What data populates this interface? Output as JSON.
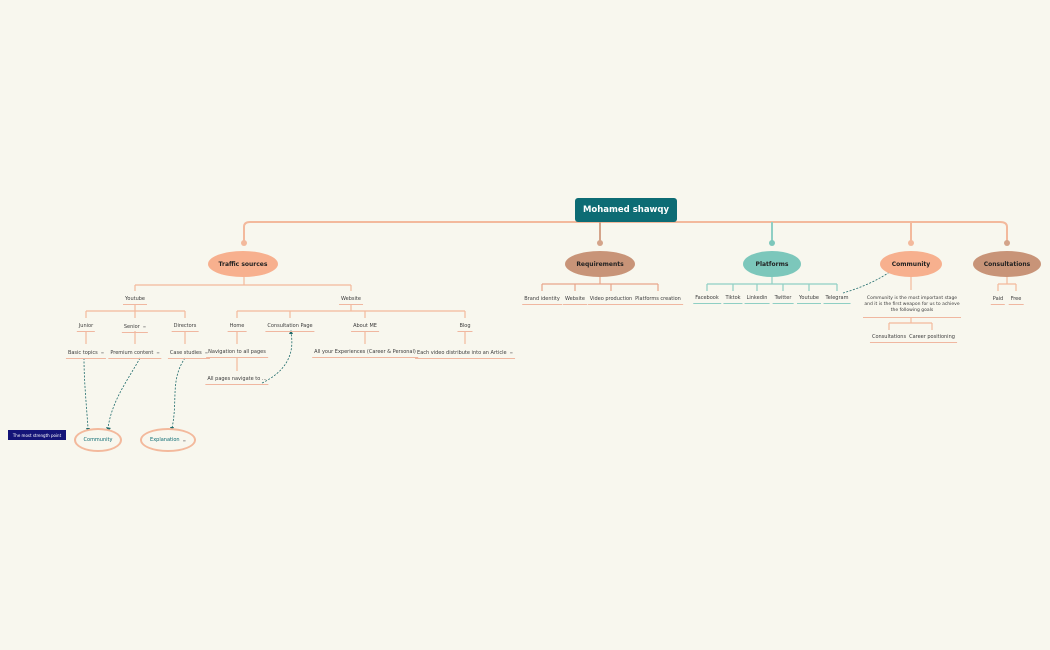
{
  "root": {
    "label": "Mohamed shawqy"
  },
  "branches": {
    "traffic": {
      "label": "Traffic sources"
    },
    "requirements": {
      "label": "Requirements"
    },
    "platforms": {
      "label": "Platforms"
    },
    "community": {
      "label": "Community"
    },
    "consultations": {
      "label": "Consultations"
    }
  },
  "traffic": {
    "youtube": "Youtube",
    "website": "Website",
    "junior": "Junior",
    "senior": "Senior",
    "directors": "Directors",
    "basic": "Basic topics",
    "premium": "Premium content",
    "case": "Case studies",
    "home": "Home",
    "consultation_page": "Consultation Page",
    "about": "About ME",
    "blog": "Blog",
    "navigation": "Navigation to all pages",
    "all_pages": "All pages navigate to ...",
    "experiences": "All your Experiences (Career & Personal)",
    "each_video": "Each video distribute into an Article"
  },
  "requirements": {
    "items": [
      "Brand identity",
      "Website",
      "Video production",
      "Platforms creation"
    ]
  },
  "platforms": {
    "items": [
      "Facebook",
      "Tiktok",
      "Linkedin",
      "Twitter",
      "Youtube",
      "Telegram"
    ]
  },
  "community": {
    "description": "Community is the most important stage and it is the first weapon for us to achieve the following goals",
    "consultations": "Consultations",
    "career": "Career positioning"
  },
  "consultations": {
    "items": [
      "Paid",
      "Free"
    ]
  },
  "floating": {
    "community": "Community",
    "explanation": "Explanation",
    "label": "The most strength point"
  },
  "colors": {
    "root": "#0d6c74",
    "salmon": "#f7b08e",
    "brown": "#c89478",
    "teal": "#7cc7bb",
    "line": "#f3b99c",
    "dashed": "#1f6b6b"
  }
}
